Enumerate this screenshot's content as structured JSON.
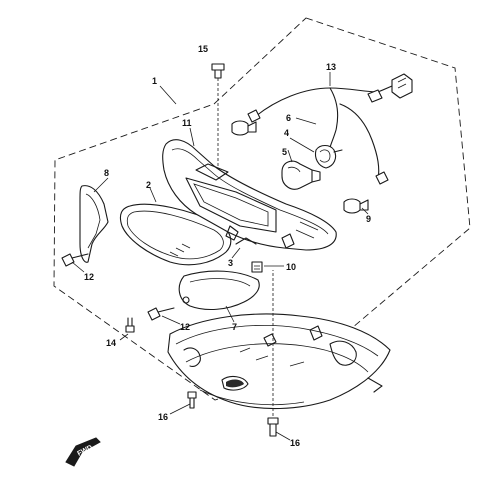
{
  "callouts": {
    "c1": "1",
    "c2": "2",
    "c3": "3",
    "c4": "4",
    "c5": "5",
    "c6": "6",
    "c7": "7",
    "c8": "8",
    "c9": "9",
    "c10": "10",
    "c11": "11",
    "c12a": "12",
    "c12b": "12",
    "c13": "13",
    "c14": "14",
    "c15": "15",
    "c16a": "16",
    "c16b": "16"
  },
  "forward_arrow": {
    "label": "FWD"
  },
  "colors": {
    "line": "#1a1a1a",
    "background": "#ffffff"
  }
}
